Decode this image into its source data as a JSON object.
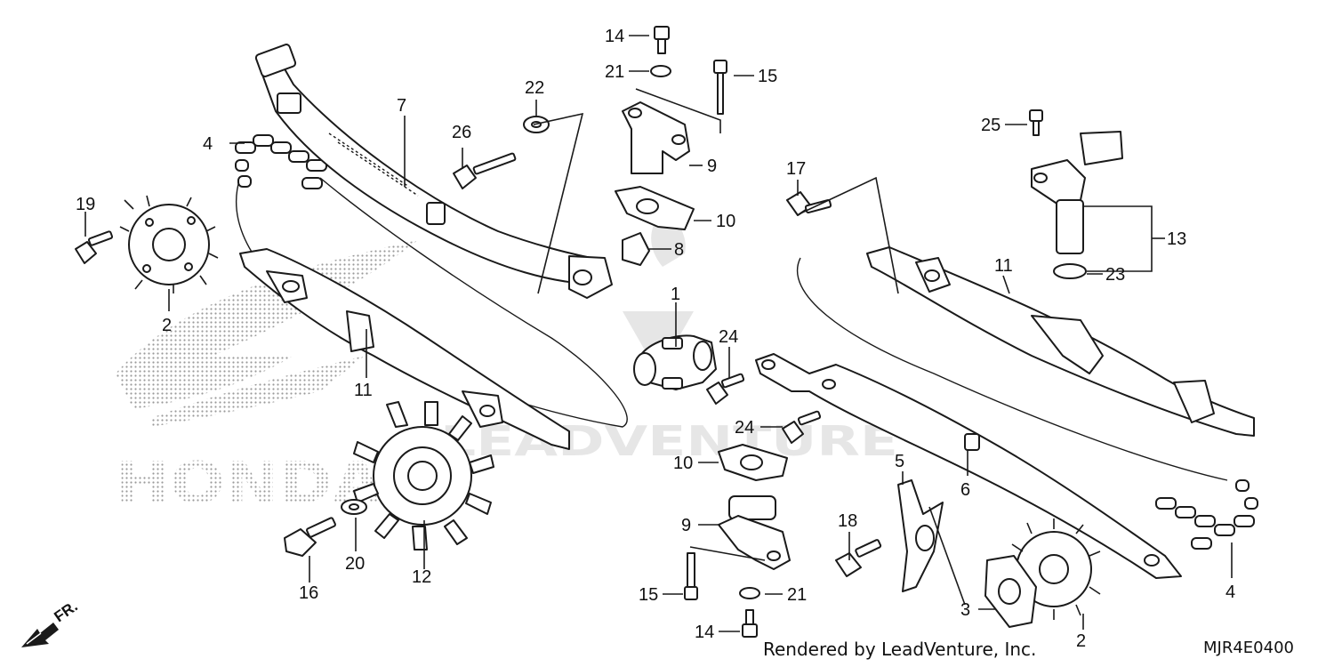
{
  "watermark": {
    "brand": "HONDA",
    "vendor": "LEADVENTURE"
  },
  "direction_marker": {
    "label": "FR."
  },
  "callouts": {
    "c1": "1",
    "c2a": "2",
    "c2b": "2",
    "c3": "3",
    "c4a": "4",
    "c4b": "4",
    "c5": "5",
    "c6": "6",
    "c7": "7",
    "c8": "8",
    "c9a": "9",
    "c9b": "9",
    "c10a": "10",
    "c10b": "10",
    "c11a": "11",
    "c11b": "11",
    "c12": "12",
    "c13": "13",
    "c14a": "14",
    "c14b": "14",
    "c15a": "15",
    "c15b": "15",
    "c16": "16",
    "c17": "17",
    "c18": "18",
    "c19": "19",
    "c20": "20",
    "c21a": "21",
    "c21b": "21",
    "c22": "22",
    "c23": "23",
    "c24a": "24",
    "c24b": "24",
    "c25": "25",
    "c26": "26"
  },
  "footer": {
    "credit": "Rendered by LeadVenture, Inc.",
    "diagram_code": "MJR4E0400"
  }
}
